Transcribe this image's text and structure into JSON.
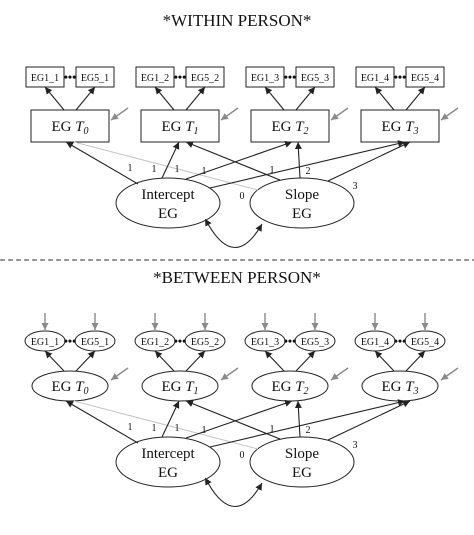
{
  "within_title": "*WITHIN PERSON*",
  "between_title": "*BETWEEN PERSON*",
  "dots": "•••",
  "timepoints": [
    {
      "first": "EG1_1",
      "last": "EG5_1",
      "latent": "EG",
      "t": "T",
      "sub": "0"
    },
    {
      "first": "EG1_2",
      "last": "EG5_2",
      "latent": "EG",
      "t": "T",
      "sub": "1"
    },
    {
      "first": "EG1_3",
      "last": "EG5_3",
      "latent": "EG",
      "t": "T",
      "sub": "2"
    },
    {
      "first": "EG1_4",
      "last": "EG5_4",
      "latent": "EG",
      "t": "T",
      "sub": "3"
    }
  ],
  "intercept": {
    "line1": "Intercept",
    "line2": "EG"
  },
  "slope": {
    "line1": "Slope",
    "line2": "EG"
  },
  "intercept_loadings": [
    "1",
    "1",
    "1",
    "1"
  ],
  "slope_loadings": [
    "0",
    "1",
    "2",
    "3"
  ],
  "colors": {
    "error_arrow": "#8a8a8a",
    "faint_path": "#c4c4c4",
    "ink": "#222222"
  }
}
